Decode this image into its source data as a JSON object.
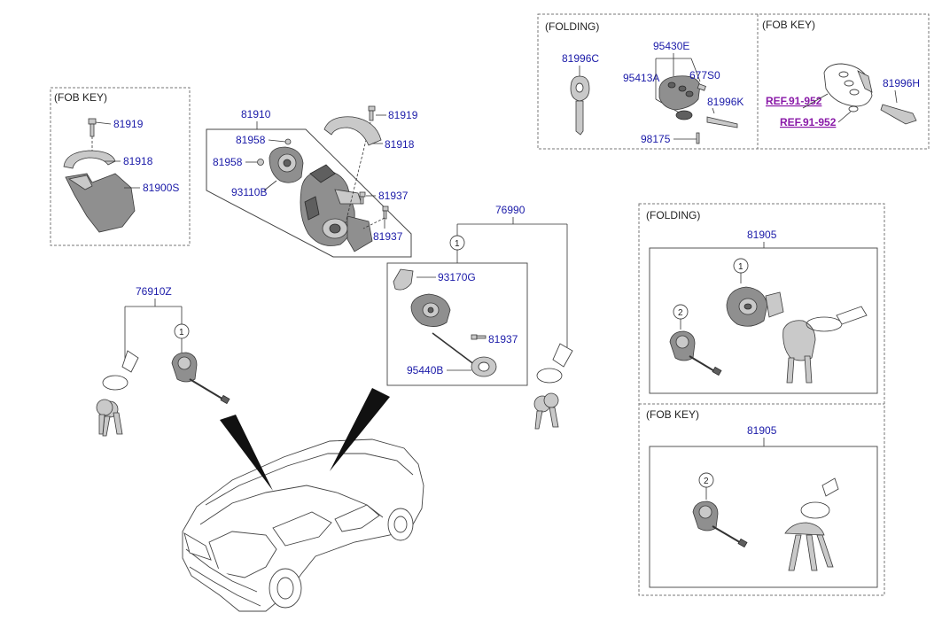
{
  "sections": {
    "fob_key_left": "(FOB KEY)",
    "folding_top": "(FOLDING)",
    "fob_key_top": "(FOB KEY)",
    "folding_right": "(FOLDING)",
    "fob_key_right": "(FOB KEY)"
  },
  "fob_left": {
    "l81919": "81919",
    "l81918": "81918",
    "l81900S": "81900S"
  },
  "column": {
    "l81910": "81910",
    "l81958a": "81958",
    "l81958b": "81958",
    "l93110B": "93110B",
    "l81919": "81919",
    "l81918": "81918",
    "l81937a": "81937",
    "l81937b": "81937"
  },
  "folding_top": {
    "l81996C": "81996C",
    "l95430E": "95430E",
    "l95413A": "95413A",
    "l677S0": "677S0",
    "l81996K": "81996K",
    "l98175": "98175"
  },
  "fob_top": {
    "ref1": "REF.91-952",
    "ref2": "REF.91-952",
    "l81996H": "81996H"
  },
  "left_lock": {
    "l76910Z": "76910Z",
    "c1": "1"
  },
  "middle_set": {
    "l76990": "76990",
    "c1": "1",
    "l93170G": "93170G",
    "l81937": "81937",
    "l95440B": "95440B"
  },
  "right_folding": {
    "l81905": "81905",
    "c1": "1",
    "c2": "2"
  },
  "right_fob": {
    "l81905": "81905",
    "c2": "2"
  },
  "colors": {
    "label": "#1a1aa8",
    "ref": "#8a1aa8",
    "section": "#222222",
    "frame": "#777777"
  },
  "icons": [
    "key-icon",
    "fob-icon",
    "lock-cylinder-icon",
    "car-icon"
  ]
}
